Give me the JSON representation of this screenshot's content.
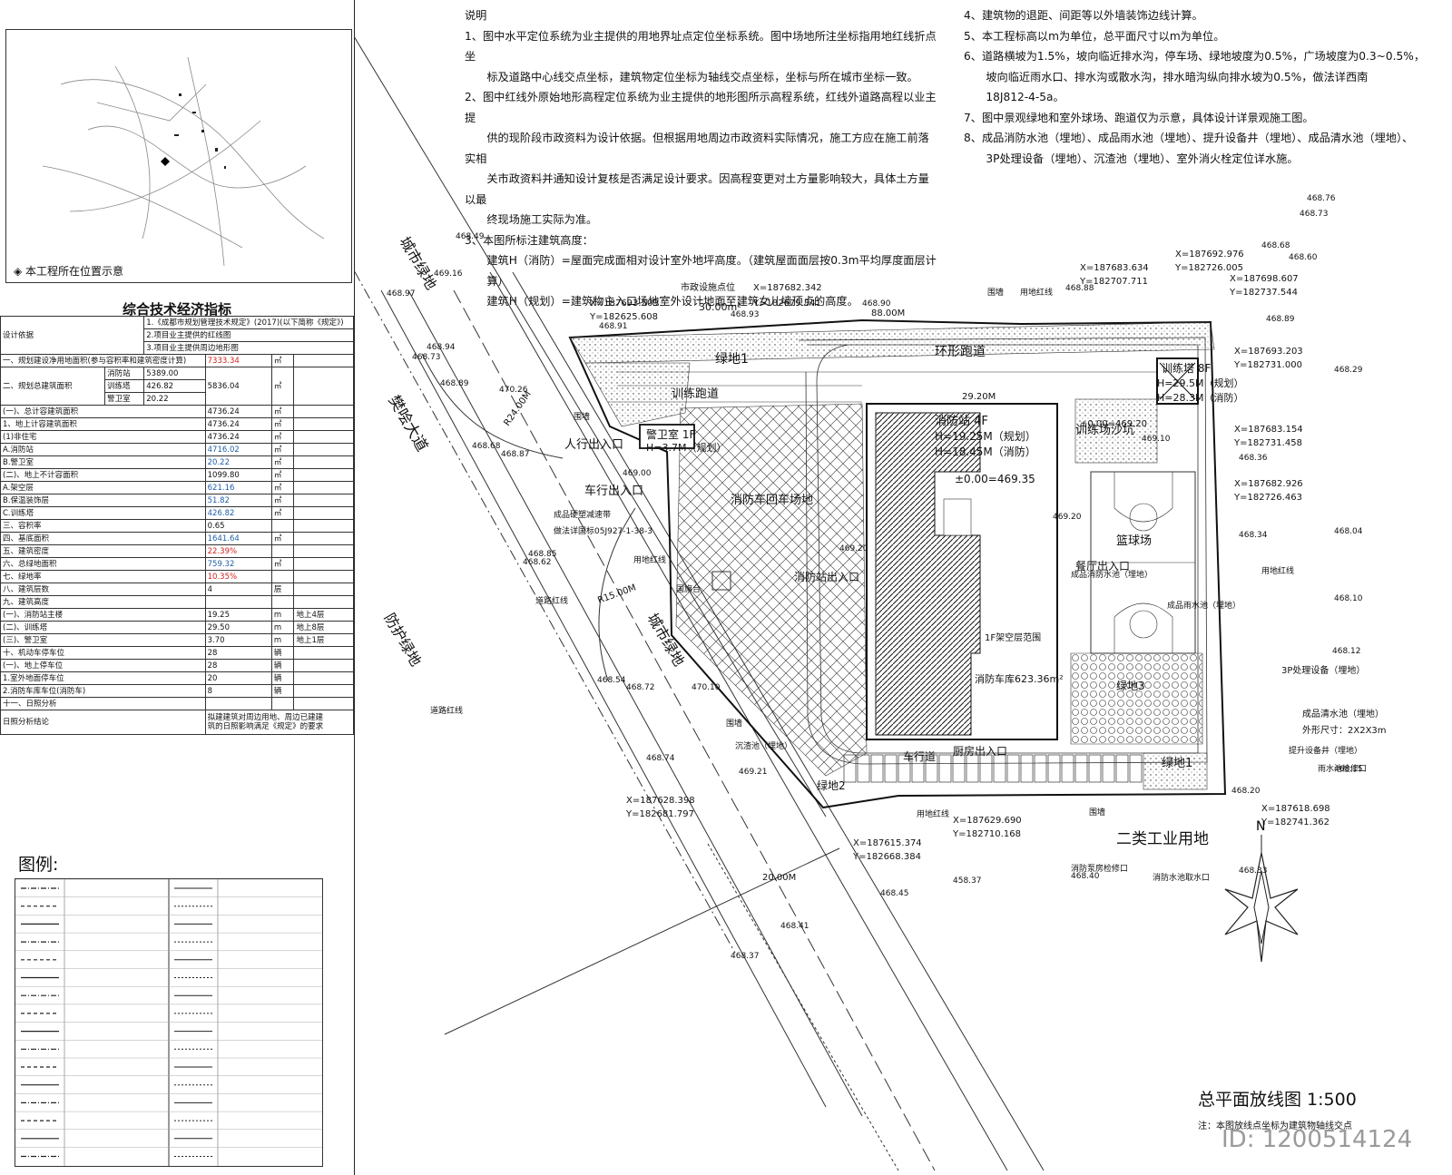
{
  "location": {
    "caption": "◈ 本工程所在位置示意"
  },
  "tech_table": {
    "title": "综合技术经济指标",
    "design_basis_label": "设计依据",
    "design_basis": [
      "1.《成都市规划管理技术规定》(2017)(以下简称《规定》)",
      "2.项目业主提供的红线图",
      "3.项目业主提供周边地形图"
    ],
    "rows": [
      {
        "name": "一、规划建设净用地面积(参与容积率和建筑密度计算)",
        "value": "7333.34",
        "unit": "㎡",
        "color": "red"
      },
      {
        "name": "(一)、总计容建筑面积",
        "value": "4736.24",
        "unit": "㎡"
      },
      {
        "name": "1、地上计容建筑面积",
        "value": "4736.24",
        "unit": "㎡"
      },
      {
        "name": "(1)非住宅",
        "value": "4736.24",
        "unit": "㎡"
      },
      {
        "name": "A.消防站",
        "value": "4716.02",
        "unit": "㎡",
        "color": "blue"
      },
      {
        "name": "B.警卫室",
        "value": "20.22",
        "unit": "㎡",
        "color": "blue"
      },
      {
        "name": "(二)、地上不计容面积",
        "value": "1099.80",
        "unit": "㎡"
      },
      {
        "name": "A.架空层",
        "value": "621.16",
        "unit": "㎡",
        "color": "blue"
      },
      {
        "name": "B.保温装饰层",
        "value": "51.82",
        "unit": "㎡",
        "color": "blue"
      },
      {
        "name": "C.训练塔",
        "value": "426.82",
        "unit": "㎡",
        "color": "blue"
      },
      {
        "name": "三、容积率",
        "value": "0.65",
        "unit": ""
      },
      {
        "name": "四、基底面积",
        "value": "1641.64",
        "unit": "㎡",
        "color": "blue"
      },
      {
        "name": "五、建筑密度",
        "value": "22.39%",
        "unit": "",
        "color": "red"
      },
      {
        "name": "六、总绿地面积",
        "value": "759.32",
        "unit": "㎡",
        "color": "blue"
      },
      {
        "name": "七、绿地率",
        "value": "10.35%",
        "unit": "",
        "color": "red"
      },
      {
        "name": "八、建筑层数",
        "value": "4",
        "unit": "层"
      },
      {
        "name": "九、建筑高度",
        "value": "",
        "unit": ""
      },
      {
        "name": "(一)、消防站主楼",
        "value": "19.25",
        "unit": "m",
        "extra": "地上4层"
      },
      {
        "name": "(二)、训练塔",
        "value": "29.50",
        "unit": "m",
        "extra": "地上8层"
      },
      {
        "name": "(三)、警卫室",
        "value": "3.70",
        "unit": "m",
        "extra": "地上1层"
      },
      {
        "name": "十、机动车停车位",
        "value": "28",
        "unit": "辆"
      },
      {
        "name": "(一)、地上停车位",
        "value": "28",
        "unit": "辆"
      },
      {
        "name": "1.室外地面停车位",
        "value": "20",
        "unit": "辆"
      },
      {
        "name": "2.消防车库车位(消防车)",
        "value": "8",
        "unit": "辆"
      },
      {
        "name": "十一、日照分析",
        "value": "",
        "unit": ""
      }
    ],
    "total_area": {
      "name": "二、规划总建筑面积",
      "total": "5836.04",
      "unit": "㎡",
      "items": [
        {
          "k": "消防站",
          "v": "5389.00"
        },
        {
          "k": "训练塔",
          "v": "426.82"
        },
        {
          "k": "警卫室",
          "v": "20.22"
        }
      ]
    },
    "sunlight": {
      "name": "日照分析结论",
      "text1": "拟建建筑对周边用地、周边已建建",
      "text2": "筑的日照影响满足《规定》的要求"
    }
  },
  "legend": {
    "title": "图例:"
  },
  "notes": {
    "title": "说明",
    "lines": [
      "1、图中水平定位系统为业主提供的用地界址点定位坐标系统。图中场地所注坐标指用地红线折点坐",
      "　　标及道路中心线交点坐标，建筑物定位坐标为轴线交点坐标，坐标与所在城市坐标一致。",
      "2、图中红线外原始地形高程定位系统为业主提供的地形图所示高程系统，红线外道路高程以业主提",
      "　　供的现阶段市政资料为设计依据。但根据用地周边市政资料实际情况，施工方应在施工前落实相",
      "　　关市政资料并通知设计复核是否满足设计要求。因高程变更对土方量影响较大，具体土方量以最",
      "　　终现场施工实际为准。",
      "3、本图所标注建筑高度：",
      "　　建筑H（消防）=屋面完成面相对设计室外地坪高度。（建筑屋面面层按0.3m平均厚度面层计",
      "　　算）",
      "　　建筑H（规划）=建筑物主入口场地室外设计地面至建筑女儿墙顶点的高度。"
    ],
    "lines2": [
      "4、建筑物的退距、间距等以外墙装饰边线计算。",
      "5、本工程标高以m为单位，总平面尺寸以m为单位。",
      "6、道路横坡为1.5%，坡向临近排水沟，停车场、绿地坡度为0.5%，广场坡度为0.3~0.5%，",
      "　　坡向临近雨水口、排水沟或散水沟，排水暗沟纵向排水坡为0.5%，做法详西南",
      "　　18J812-4-5a。",
      "7、图中景观绿地和室外球场、跑道仅为示意，具体设计详景观施工图。",
      "8、成品消防水池（埋地）、成品雨水池（埋地）、提升设备井（埋地）、成品清水池（埋地）、",
      "　　3P处理设备（埋地）、沉渣池（埋地）、室外消火栓定位详水施。"
    ]
  },
  "plan": {
    "labels": [
      {
        "id": "city-green-1",
        "t": "城市绿地"
      },
      {
        "id": "fan-avenue",
        "t": "樊哙大道"
      },
      {
        "id": "protect-green",
        "t": "防护绿地"
      },
      {
        "id": "city-green-2",
        "t": "城市绿地"
      },
      {
        "id": "station",
        "t": "消防站 4F"
      },
      {
        "id": "station-h1",
        "t": "H=19.25M（规划）"
      },
      {
        "id": "station-h2",
        "t": "H=18.45M（消防）"
      },
      {
        "id": "station-elev",
        "t": "±0.00=469.35"
      },
      {
        "id": "tower",
        "t": "训练塔 8F"
      },
      {
        "id": "tower-h1",
        "t": "H=29.5M（规划）"
      },
      {
        "id": "tower-h2",
        "t": "H=28.3M（消防）"
      },
      {
        "id": "guard",
        "t": "警卫室 1F"
      },
      {
        "id": "guard-h",
        "t": "H=3.7M（规划）"
      },
      {
        "id": "ring-track",
        "t": "环形跑道"
      },
      {
        "id": "training-track",
        "t": "训练跑道"
      },
      {
        "id": "green-1",
        "t": "绿地1"
      },
      {
        "id": "green-1b",
        "t": "绿地1"
      },
      {
        "id": "green-2",
        "t": "绿地2"
      },
      {
        "id": "green-3",
        "t": "绿地3"
      },
      {
        "id": "sandpit",
        "t": "训练场沙坑"
      },
      {
        "id": "basketball",
        "t": "篮球场"
      },
      {
        "id": "ped-entry",
        "t": "人行出入口"
      },
      {
        "id": "car-entry",
        "t": "车行出入口"
      },
      {
        "id": "station-entry",
        "t": "消防站出入口"
      },
      {
        "id": "canteen-entry",
        "t": "餐厅出入口"
      },
      {
        "id": "kitchen-entry",
        "t": "厨房出入口"
      },
      {
        "id": "driveway",
        "t": "车行道"
      },
      {
        "id": "turnaround",
        "t": "消防车回车场地"
      },
      {
        "id": "garage",
        "t": "消防车库623.36m²"
      },
      {
        "id": "garage-1f",
        "t": "1F架空层范围"
      },
      {
        "id": "industrial",
        "t": "二类工业用地"
      },
      {
        "id": "muni",
        "t": "市政设施点位"
      },
      {
        "id": "muni-area",
        "t": "30.00m²"
      },
      {
        "id": "dim-88",
        "t": "88.00M"
      },
      {
        "id": "dim-2920",
        "t": "29.20M"
      },
      {
        "id": "dim-20",
        "t": "20.00M"
      },
      {
        "id": "r24",
        "t": "R24.00M"
      },
      {
        "id": "r15",
        "t": "R15.00M"
      },
      {
        "id": "c1x",
        "t": "X=187693.509"
      },
      {
        "id": "c1y",
        "t": "Y=182625.608"
      },
      {
        "id": "c2x",
        "t": "X=187682.342"
      },
      {
        "id": "c2y",
        "t": "Y=182679.341"
      },
      {
        "id": "c3x",
        "t": "X=187683.634"
      },
      {
        "id": "c3y",
        "t": "Y=182707.711"
      },
      {
        "id": "c4x",
        "t": "X=187692.976"
      },
      {
        "id": "c4y",
        "t": "Y=182726.005"
      },
      {
        "id": "c5x",
        "t": "X=187698.607"
      },
      {
        "id": "c5y",
        "t": "Y=182737.544"
      },
      {
        "id": "c6x",
        "t": "X=187693.203"
      },
      {
        "id": "c6y",
        "t": "Y=182731.000"
      },
      {
        "id": "c7x",
        "t": "X=187683.154"
      },
      {
        "id": "c7y",
        "t": "Y=182731.458"
      },
      {
        "id": "c8x",
        "t": "X=187682.926"
      },
      {
        "id": "c8y",
        "t": "Y=182726.463"
      },
      {
        "id": "c9x",
        "t": "X=187628.398"
      },
      {
        "id": "c9y",
        "t": "Y=182681.797"
      },
      {
        "id": "c10x",
        "t": "X=187629.690"
      },
      {
        "id": "c10y",
        "t": "Y=182710.168"
      },
      {
        "id": "c11x",
        "t": "X=187615.374"
      },
      {
        "id": "c11y",
        "t": "Y=182668.384"
      },
      {
        "id": "c12x",
        "t": "X=187618.698"
      },
      {
        "id": "c12y",
        "t": "Y=182741.362"
      },
      {
        "id": "e1",
        "t": "468.97"
      },
      {
        "id": "e2",
        "t": "469.16"
      },
      {
        "id": "e3",
        "t": "468.94"
      },
      {
        "id": "e4",
        "t": "468.73"
      },
      {
        "id": "e5",
        "t": "468.89"
      },
      {
        "id": "e6",
        "t": "470.26"
      },
      {
        "id": "e7",
        "t": "468.68"
      },
      {
        "id": "e8",
        "t": "468.87"
      },
      {
        "id": "e9",
        "t": "468.85"
      },
      {
        "id": "e10",
        "t": "468.62"
      },
      {
        "id": "e11",
        "t": "470.10"
      },
      {
        "id": "e12",
        "t": "468.54"
      },
      {
        "id": "e13",
        "t": "468.72"
      },
      {
        "id": "e14",
        "t": "468.74"
      },
      {
        "id": "e15",
        "t": "469.21"
      },
      {
        "id": "e16",
        "t": "468.45"
      },
      {
        "id": "e17",
        "t": "468.41"
      },
      {
        "id": "e18",
        "t": "468.37"
      },
      {
        "id": "e19",
        "t": "458.37"
      },
      {
        "id": "e20",
        "t": "468.40"
      },
      {
        "id": "e21",
        "t": "468.33"
      },
      {
        "id": "e22",
        "t": "468.20"
      },
      {
        "id": "e23",
        "t": "468.15"
      },
      {
        "id": "e24",
        "t": "468.12"
      },
      {
        "id": "e25",
        "t": "468.10"
      },
      {
        "id": "e26",
        "t": "468.04"
      },
      {
        "id": "e27",
        "t": "468.34"
      },
      {
        "id": "e28",
        "t": "468.29"
      },
      {
        "id": "e29",
        "t": "468.36"
      },
      {
        "id": "e30",
        "t": "468.68"
      },
      {
        "id": "e31",
        "t": "468.60"
      },
      {
        "id": "e32",
        "t": "468.76"
      },
      {
        "id": "e33",
        "t": "468.73"
      },
      {
        "id": "e34",
        "t": "468.89"
      },
      {
        "id": "e35",
        "t": "468.88"
      },
      {
        "id": "e36",
        "t": "468.90"
      },
      {
        "id": "e37",
        "t": "468.93"
      },
      {
        "id": "e38",
        "t": "468.91"
      },
      {
        "id": "e39",
        "t": "468.49"
      },
      {
        "id": "e40",
        "t": "469.00"
      },
      {
        "id": "e41",
        "t": "469.20"
      },
      {
        "id": "e42",
        "t": "469.20"
      },
      {
        "id": "e43",
        "t": "±0.00=469.20"
      },
      {
        "id": "e44",
        "t": "469.10"
      },
      {
        "id": "wall1",
        "t": "围墙"
      },
      {
        "id": "wall2",
        "t": "围墙"
      },
      {
        "id": "wall3",
        "t": "围墙"
      },
      {
        "id": "wall4",
        "t": "围墙"
      },
      {
        "id": "rl1",
        "t": "用地红线"
      },
      {
        "id": "rl2",
        "t": "用地红线"
      },
      {
        "id": "rl3",
        "t": "用地红线"
      },
      {
        "id": "rl4",
        "t": "用地红线"
      },
      {
        "id": "road-rl1",
        "t": "道路红线"
      },
      {
        "id": "road-rl2",
        "t": "道路红线"
      },
      {
        "id": "fire-pool",
        "t": "成品消防水池（埋地）"
      },
      {
        "id": "rain-pool",
        "t": "成品雨水池（埋地）"
      },
      {
        "id": "clear-pool",
        "t": "成品清水池（埋地）"
      },
      {
        "id": "clear-size",
        "t": "外形尺寸：2X2X3m"
      },
      {
        "id": "lift-well",
        "t": "提升设备井（埋地）"
      },
      {
        "id": "rain-inspect",
        "t": "雨水池检修口"
      },
      {
        "id": "p3",
        "t": "3P处理设备（埋地）"
      },
      {
        "id": "sediment",
        "t": "沉渣池（埋地）"
      },
      {
        "id": "flag",
        "t": "国旗台"
      },
      {
        "id": "speedbump",
        "t": "成品硬塑减速带"
      },
      {
        "id": "speedbump2",
        "t": "做法详国标05J927-1-38-3"
      },
      {
        "id": "pump-inspect",
        "t": "消防泵房检修口"
      },
      {
        "id": "pool-outlet",
        "t": "消防水池取水口"
      }
    ],
    "north": "N"
  },
  "title": {
    "main": "总平面放线图 1:500",
    "note": "注：本图放线点坐标为建筑物轴线交点"
  },
  "watermark": "ID: 1200514124"
}
